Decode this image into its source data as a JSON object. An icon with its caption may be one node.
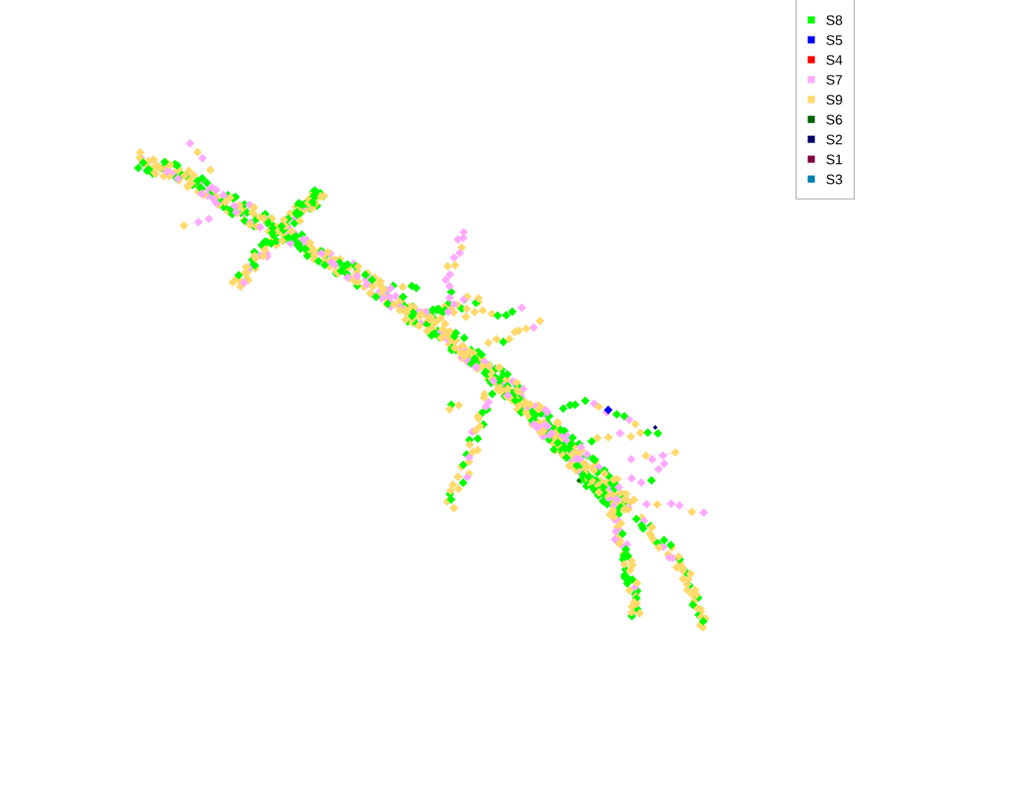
{
  "diagram": {
    "legend": [
      {
        "text": "S8",
        "color": "#00ff00"
      },
      {
        "text": "S5",
        "color": "#0000ff"
      },
      {
        "text": "S4",
        "color": "#ff0000"
      },
      {
        "text": "S7",
        "color": "#ffaaff"
      },
      {
        "text": "S9",
        "color": "#ffd96b"
      },
      {
        "text": "S6",
        "color": "#006000"
      },
      {
        "text": "S2",
        "color": "#000066"
      },
      {
        "text": "S1",
        "color": "#800040"
      },
      {
        "text": "S3",
        "color": "#0080b0"
      }
    ]
  }
}
